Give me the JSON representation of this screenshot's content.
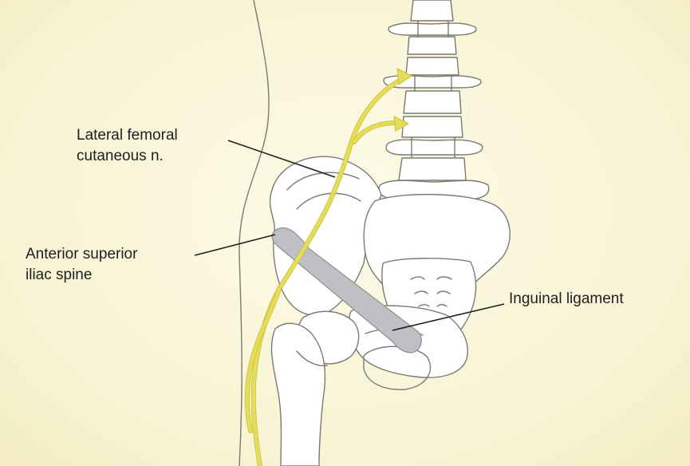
{
  "labels": {
    "lateral_femoral_line1": "Lateral femoral",
    "lateral_femoral_line2": "cutaneous n.",
    "asis_line1": "Anterior superior",
    "asis_line2": "iliac spine",
    "inguinal": "Inguinal ligament"
  },
  "colors": {
    "background": "#fbf8df",
    "nerve": "#e5dc5a",
    "ligament": "#bfc0c4",
    "bone": "#ffffff",
    "outline": "#7a7a72"
  }
}
